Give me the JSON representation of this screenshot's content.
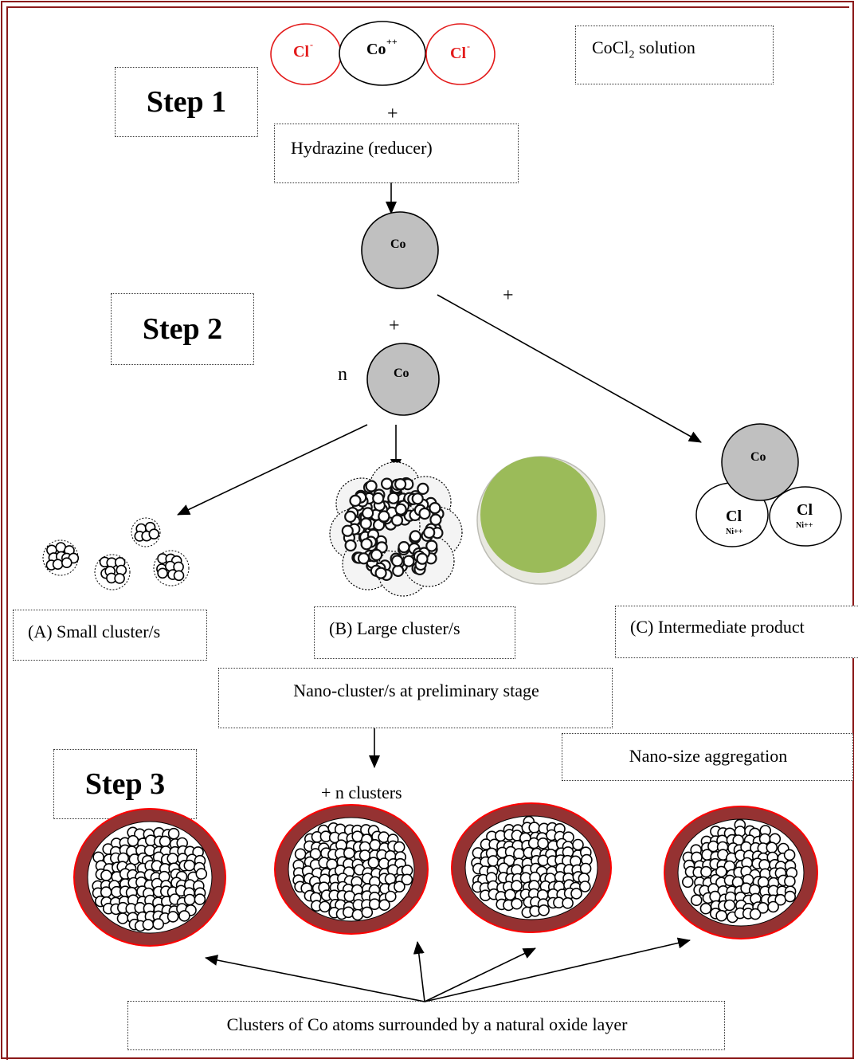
{
  "steps": {
    "step1": "Step 1",
    "step2": "Step 2",
    "step3": "Step 3"
  },
  "ions": {
    "chloride": "Cl",
    "chloride_charge": "-",
    "cobalt_ion": "Co",
    "cobalt_charge": "++"
  },
  "solution_label": "CoCl",
  "solution_subscript": "2",
  "solution_suffix": " solution",
  "plus": "+",
  "reducer_label": "Hydrazine (reducer)",
  "atom_label": "Co",
  "n_label": "n",
  "intermediate": {
    "co": "Co",
    "cl": "Cl",
    "ni": "Ni++"
  },
  "captions": {
    "small": "(A) Small cluster/s",
    "large": "(B) Large cluster/s",
    "intermediate": "(C) Intermediate product",
    "preliminary": "Nano-cluster/s at preliminary stage",
    "aggregation": "Nano-size aggregation",
    "n_clusters": "+ n clusters",
    "oxide": "Clusters of Co atoms surrounded by a natural oxide layer"
  },
  "colors": {
    "frame": "#8b1a1a",
    "chloride_outline": "#e31b1b",
    "atom_fill": "#c0c0c0",
    "disk_fill": "#9bbb59",
    "oxide_shell": "#953232",
    "oxide_outline": "#ff0000"
  }
}
